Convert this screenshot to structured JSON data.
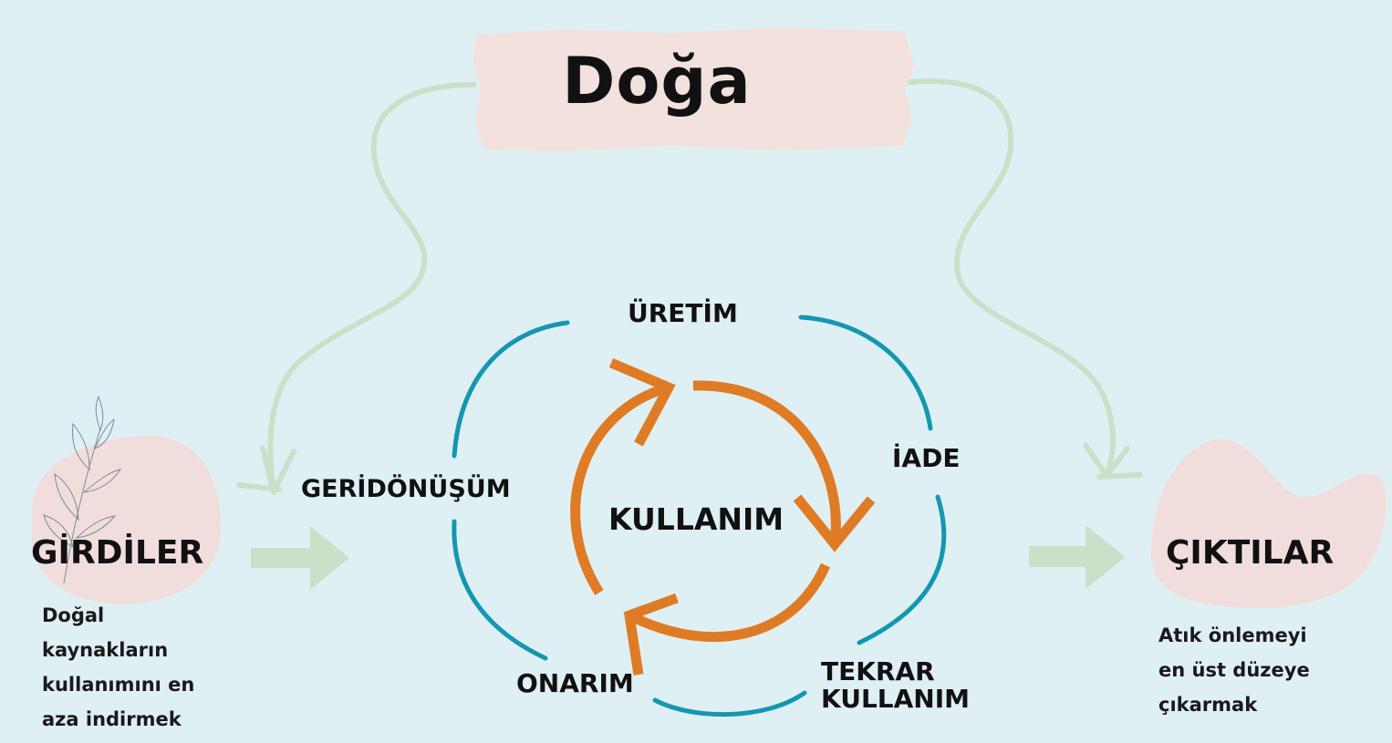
{
  "title": "Doğa",
  "cycle": {
    "center": "KULLANIM",
    "stages": {
      "uretim": "ÜRETİM",
      "iade": "İADE",
      "tekrar_line1": "TEKRAR",
      "tekrar_line2": "KULLANIM",
      "onarim": "ONARIM",
      "geridonusum": "GERİDÖNÜŞÜM"
    }
  },
  "inputs": {
    "heading": "GİRDİLER",
    "description": [
      "Doğal",
      "kaynakların",
      "kullanımını en",
      "aza indirmek"
    ]
  },
  "outputs": {
    "heading": "ÇIKTILAR",
    "description": [
      "Atık önlemeyi",
      "en üst düzeye",
      "çıkarmak"
    ]
  },
  "colors": {
    "background": "#dff0f4",
    "tape": "#f3e1de",
    "blob": "#f1dedc",
    "outer_ring": "#1497b0",
    "inner_ring": "#e07b25",
    "green_arrow": "#cbe0c8"
  },
  "icons": [
    "leaf-sprig-icon",
    "right-arrow-icon",
    "curved-arrow-icon"
  ]
}
